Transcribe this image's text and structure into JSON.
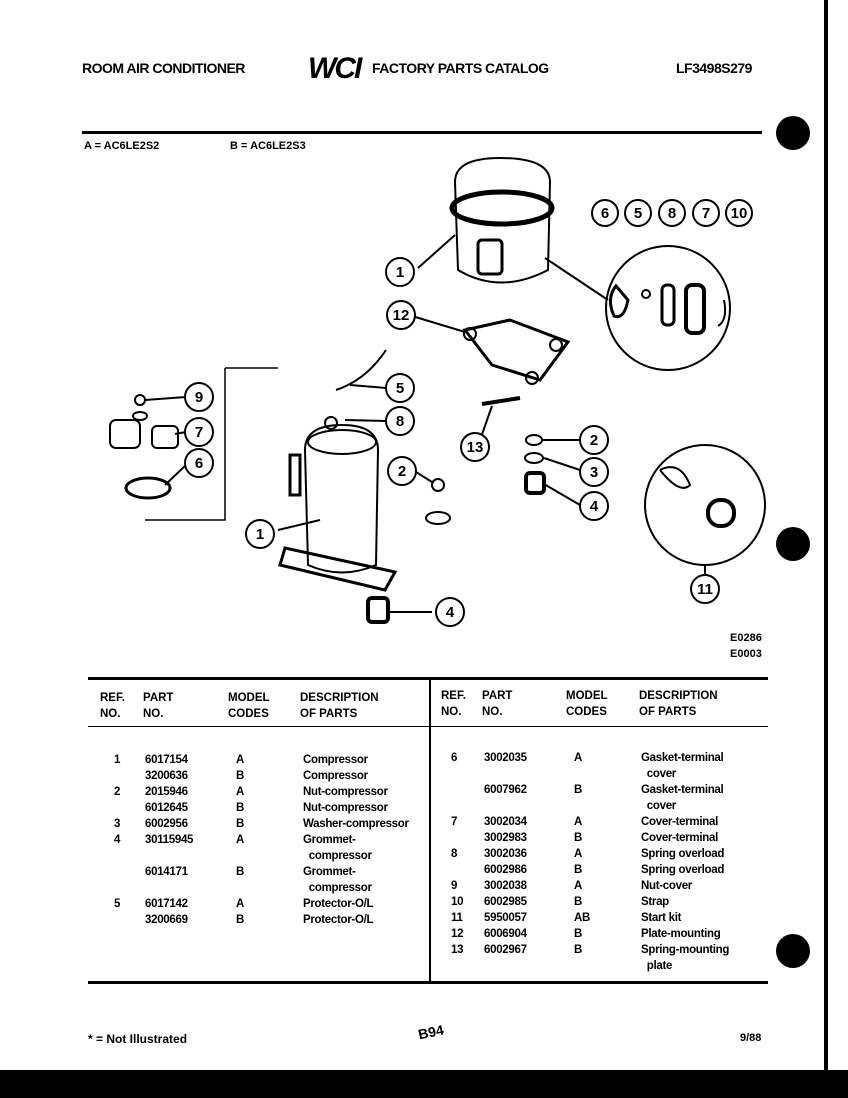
{
  "header": {
    "left_title": "ROOM AIR CONDITIONER",
    "logo": "WCI",
    "catalog_title": "FACTORY PARTS CATALOG",
    "catalog_number": "LF3498S279"
  },
  "models": {
    "a": "A = AC6LE2S2",
    "b": "B = AC6LE2S3"
  },
  "diagram": {
    "callouts": [
      "1",
      "12",
      "13",
      "2",
      "3",
      "4",
      "6",
      "5",
      "8",
      "7",
      "10",
      "9",
      "7",
      "6",
      "5",
      "8",
      "2",
      "1",
      "4",
      "11"
    ],
    "codes": [
      "E0286",
      "E0003"
    ]
  },
  "table": {
    "headers": {
      "ref": "REF.\nNO.",
      "part": "PART\nNO.",
      "model": "MODEL\nCODES",
      "desc": "DESCRIPTION\nOF PARTS"
    },
    "left": {
      "ref": "1\n\n2\n\n3\n4\n\n\n\n5",
      "part": "6017154\n3200636\n2015946\n6012645\n6002956\n30115945\n\n6014171\n\n6017142\n3200669",
      "model": "A\nB\nA\nB\nB\nA\n\nB\n\nA\nB",
      "desc": "Compressor\nCompressor\nNut-compressor\nNut-compressor\nWasher-compressor\nGrommet-\n  compressor\nGrommet-\n  compressor\nProtector-O/L\nProtector-O/L"
    },
    "right": {
      "ref": "6\n\n\n\n7\n\n8\n\n9\n10\n11\n12\n13",
      "part": "3002035\n\n6007962\n\n3002034\n3002983\n3002036\n6002986\n3002038\n6002985\n5950057\n6006904\n6002967",
      "model": "A\n\nB\n\nA\nB\nA\nB\nA\nB\nAB\nB\nB",
      "desc": "Gasket-terminal\n  cover\nGasket-terminal\n  cover\nCover-terminal\nCover-terminal\nSpring overload\nSpring overload\nNut-cover\nStrap\nStart kit\nPlate-mounting\nSpring-mounting\n  plate"
    }
  },
  "footer": {
    "note": "* = Not Illustrated",
    "page": "B94",
    "date": "9/88"
  }
}
